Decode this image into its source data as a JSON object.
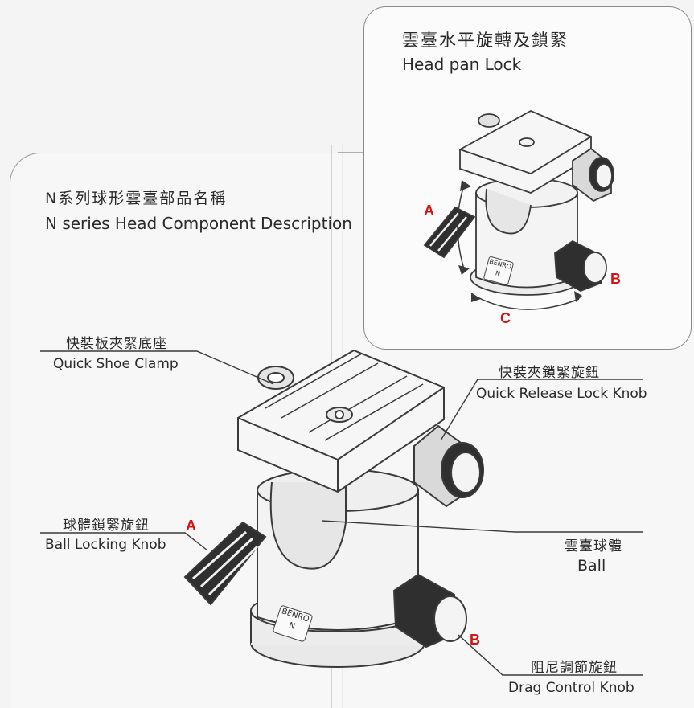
{
  "inset": {
    "title_zh": "雲臺水平旋轉及鎖緊",
    "title_en": "Head pan Lock",
    "marker_a": "A",
    "marker_b": "B",
    "marker_c": "C",
    "brand": "BENRO",
    "brand_sub": "N"
  },
  "main": {
    "title_zh": "N系列球形雲臺部品名稱",
    "title_en": "N series Head Component Description",
    "brand": "BENRO",
    "brand_sub": "N",
    "marker_a": "A",
    "marker_b": "B",
    "callouts": {
      "quick_shoe_clamp": {
        "zh": "快裝板夾緊底座",
        "en": "Quick Shoe Clamp"
      },
      "quick_release_lock_knob": {
        "zh": "快裝夾鎖緊旋鈕",
        "en": "Quick Release Lock Knob"
      },
      "ball_locking_knob": {
        "zh": "球體鎖緊旋鈕",
        "en": "Ball Locking Knob"
      },
      "ball": {
        "zh": "雲臺球體",
        "en": "Ball"
      },
      "drag_control_knob": {
        "zh": "阻尼調節旋鈕",
        "en": "Drag Control Knob"
      }
    }
  }
}
